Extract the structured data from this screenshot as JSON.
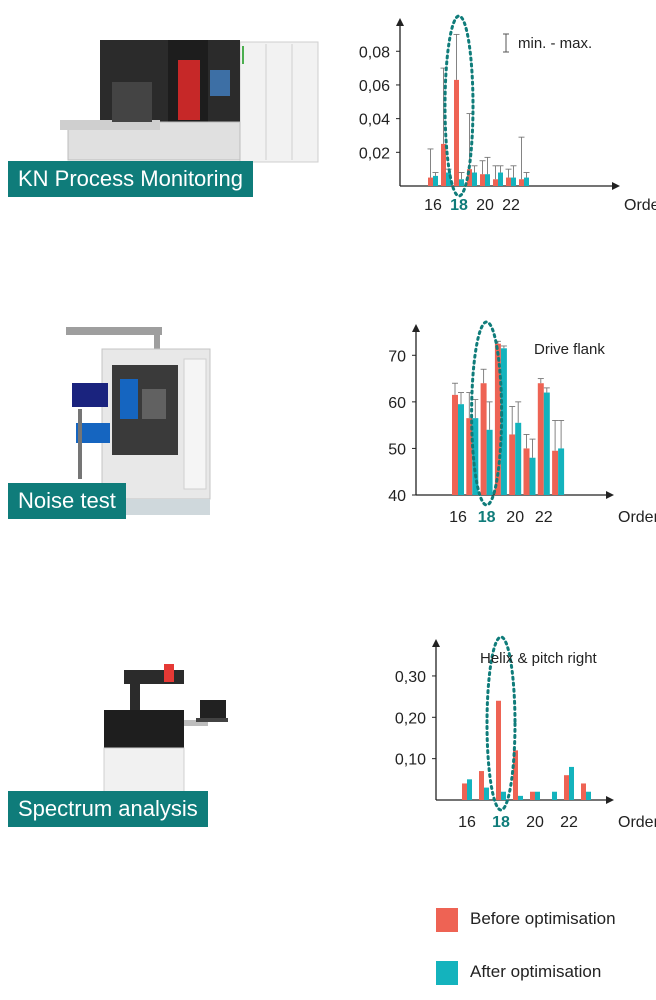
{
  "colors": {
    "before": "#ee6354",
    "after": "#14b3bd",
    "accent": "#0f7c7a",
    "axis": "#222222",
    "errorbar": "#777777"
  },
  "sections": [
    {
      "label": "KN Process Monitoring",
      "machine_icon": "gear-grinding-machine-icon"
    },
    {
      "label": "Noise test",
      "machine_icon": "noise-test-rig-icon"
    },
    {
      "label": "Spectrum analysis",
      "machine_icon": "gear-measuring-machine-icon"
    }
  ],
  "legend": {
    "before": "Before optimisation",
    "after": "After optimisation"
  },
  "chart_data": [
    {
      "type": "bar",
      "annotation": "min. - max.",
      "xlabel": "Order",
      "x_ticks": [
        "16",
        "18",
        "20",
        "22"
      ],
      "highlight_tick": "18",
      "y_ticks": [
        "0,02",
        "0,04",
        "0,06",
        "0,08"
      ],
      "ylim": [
        0,
        0.095
      ],
      "x": [
        16,
        17,
        18,
        19,
        20,
        21,
        22,
        23
      ],
      "series": [
        {
          "key": "before",
          "values": [
            0.005,
            0.025,
            0.063,
            0.01,
            0.007,
            0.004,
            0.005,
            0.004
          ],
          "err_high": [
            0.022,
            0.07,
            0.09,
            0.043,
            0.015,
            0.012,
            0.01,
            0.029
          ]
        },
        {
          "key": "after",
          "values": [
            0.006,
            0.008,
            0.004,
            0.008,
            0.007,
            0.008,
            0.005,
            0.005
          ],
          "err_high": [
            0.008,
            0.01,
            0.008,
            0.012,
            0.017,
            0.012,
            0.012,
            0.008
          ]
        }
      ]
    },
    {
      "type": "bar",
      "annotation": "Drive flank",
      "xlabel": "Order",
      "x_ticks": [
        "16",
        "18",
        "20",
        "22"
      ],
      "highlight_tick": "18",
      "y_ticks": [
        "40",
        "50",
        "60",
        "70"
      ],
      "ylim": [
        40,
        75
      ],
      "x": [
        16,
        17,
        18,
        19,
        20,
        21,
        22,
        23
      ],
      "series": [
        {
          "key": "before",
          "values": [
            61.5,
            56.5,
            64,
            72.5,
            53,
            50,
            64,
            49.5
          ],
          "err_high": [
            64,
            62,
            67,
            73,
            59,
            53,
            65,
            56
          ]
        },
        {
          "key": "after",
          "values": [
            59.5,
            56.5,
            54,
            71.5,
            55.5,
            48,
            62,
            50
          ],
          "err_high": [
            62,
            60.5,
            60,
            72,
            60,
            52,
            63,
            56
          ]
        }
      ]
    },
    {
      "type": "bar",
      "annotation": "Helix & pitch right",
      "xlabel": "Order",
      "x_ticks": [
        "16",
        "18",
        "20",
        "22"
      ],
      "highlight_tick": "18",
      "y_ticks": [
        "0,10",
        "0,20",
        "0,30"
      ],
      "ylim": [
        0,
        0.37
      ],
      "x": [
        16,
        17,
        18,
        19,
        20,
        21,
        22,
        23
      ],
      "series": [
        {
          "key": "before",
          "values": [
            0.04,
            0.07,
            0.24,
            0.12,
            0.02,
            0.0,
            0.06,
            0.04
          ]
        },
        {
          "key": "after",
          "values": [
            0.05,
            0.03,
            0.02,
            0.01,
            0.02,
            0.02,
            0.08,
            0.02
          ]
        }
      ]
    }
  ]
}
